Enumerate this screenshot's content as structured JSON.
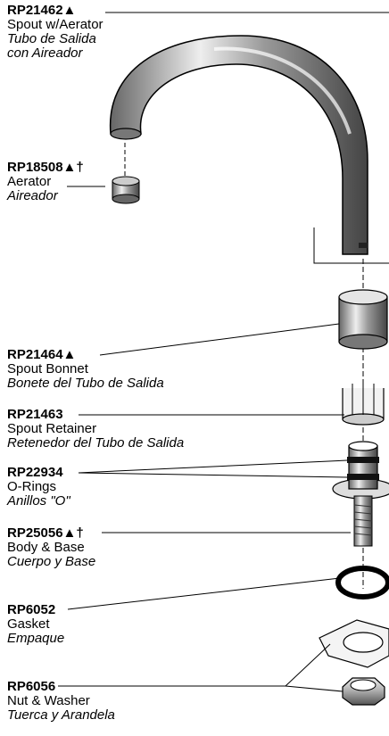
{
  "parts": [
    {
      "pn": "RP21462▲",
      "en": "Spout w/Aerator",
      "es": "Tubo de Salida",
      "es2": "con Aireador"
    },
    {
      "pn": "RP18508▲†",
      "en": "Aerator",
      "es": "Aireador"
    },
    {
      "pn": "RP21464▲",
      "en": "Spout Bonnet",
      "es": "Bonete del Tubo de Salida"
    },
    {
      "pn": "RP21463",
      "en": "Spout Retainer",
      "es": "Retenedor del Tubo de Salida"
    },
    {
      "pn": "RP22934",
      "en": "O-Rings",
      "es": "Anillos \"O\""
    },
    {
      "pn": "RP25056▲†",
      "en": "Body & Base",
      "es": "Cuerpo y Base"
    },
    {
      "pn": "RP6052",
      "en": "Gasket",
      "es": "Empaque"
    },
    {
      "pn": "RP6056",
      "en": "Nut & Washer",
      "es": "Tuerca y Arandela"
    }
  ]
}
